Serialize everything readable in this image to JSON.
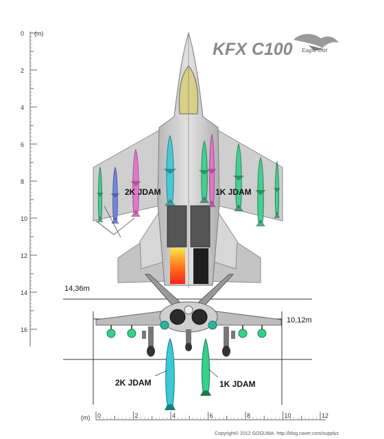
{
  "title": "KFX C100",
  "logo_text": "Eagle Out",
  "ruler": {
    "unit_label": "(m)",
    "vertical_ticks": [
      "0",
      "2",
      "4",
      "6",
      "8",
      "10",
      "12",
      "14",
      "16"
    ],
    "horizontal_ticks": [
      "0",
      "2",
      "4",
      "6",
      "8",
      "10",
      "12"
    ]
  },
  "dimensions": {
    "length": "14,36m",
    "wingspan": "10,12m"
  },
  "labels": {
    "top_left": "2K JDAM",
    "top_right": "1K JDAM",
    "bottom_left": "2K JDAM",
    "bottom_right": "1K JDAM"
  },
  "copyright": "Copyright© 2012 GOGUMA. http://blog.naver.com/supplyz",
  "colors": {
    "airframe": "#c9c9c9",
    "airframe_dark": "#9a9a9a",
    "jdam_2k": "#3cc8d4",
    "jdam_1k": "#35d08a",
    "pink_store": "#e070c8",
    "blue_store": "#6a7fd8"
  }
}
